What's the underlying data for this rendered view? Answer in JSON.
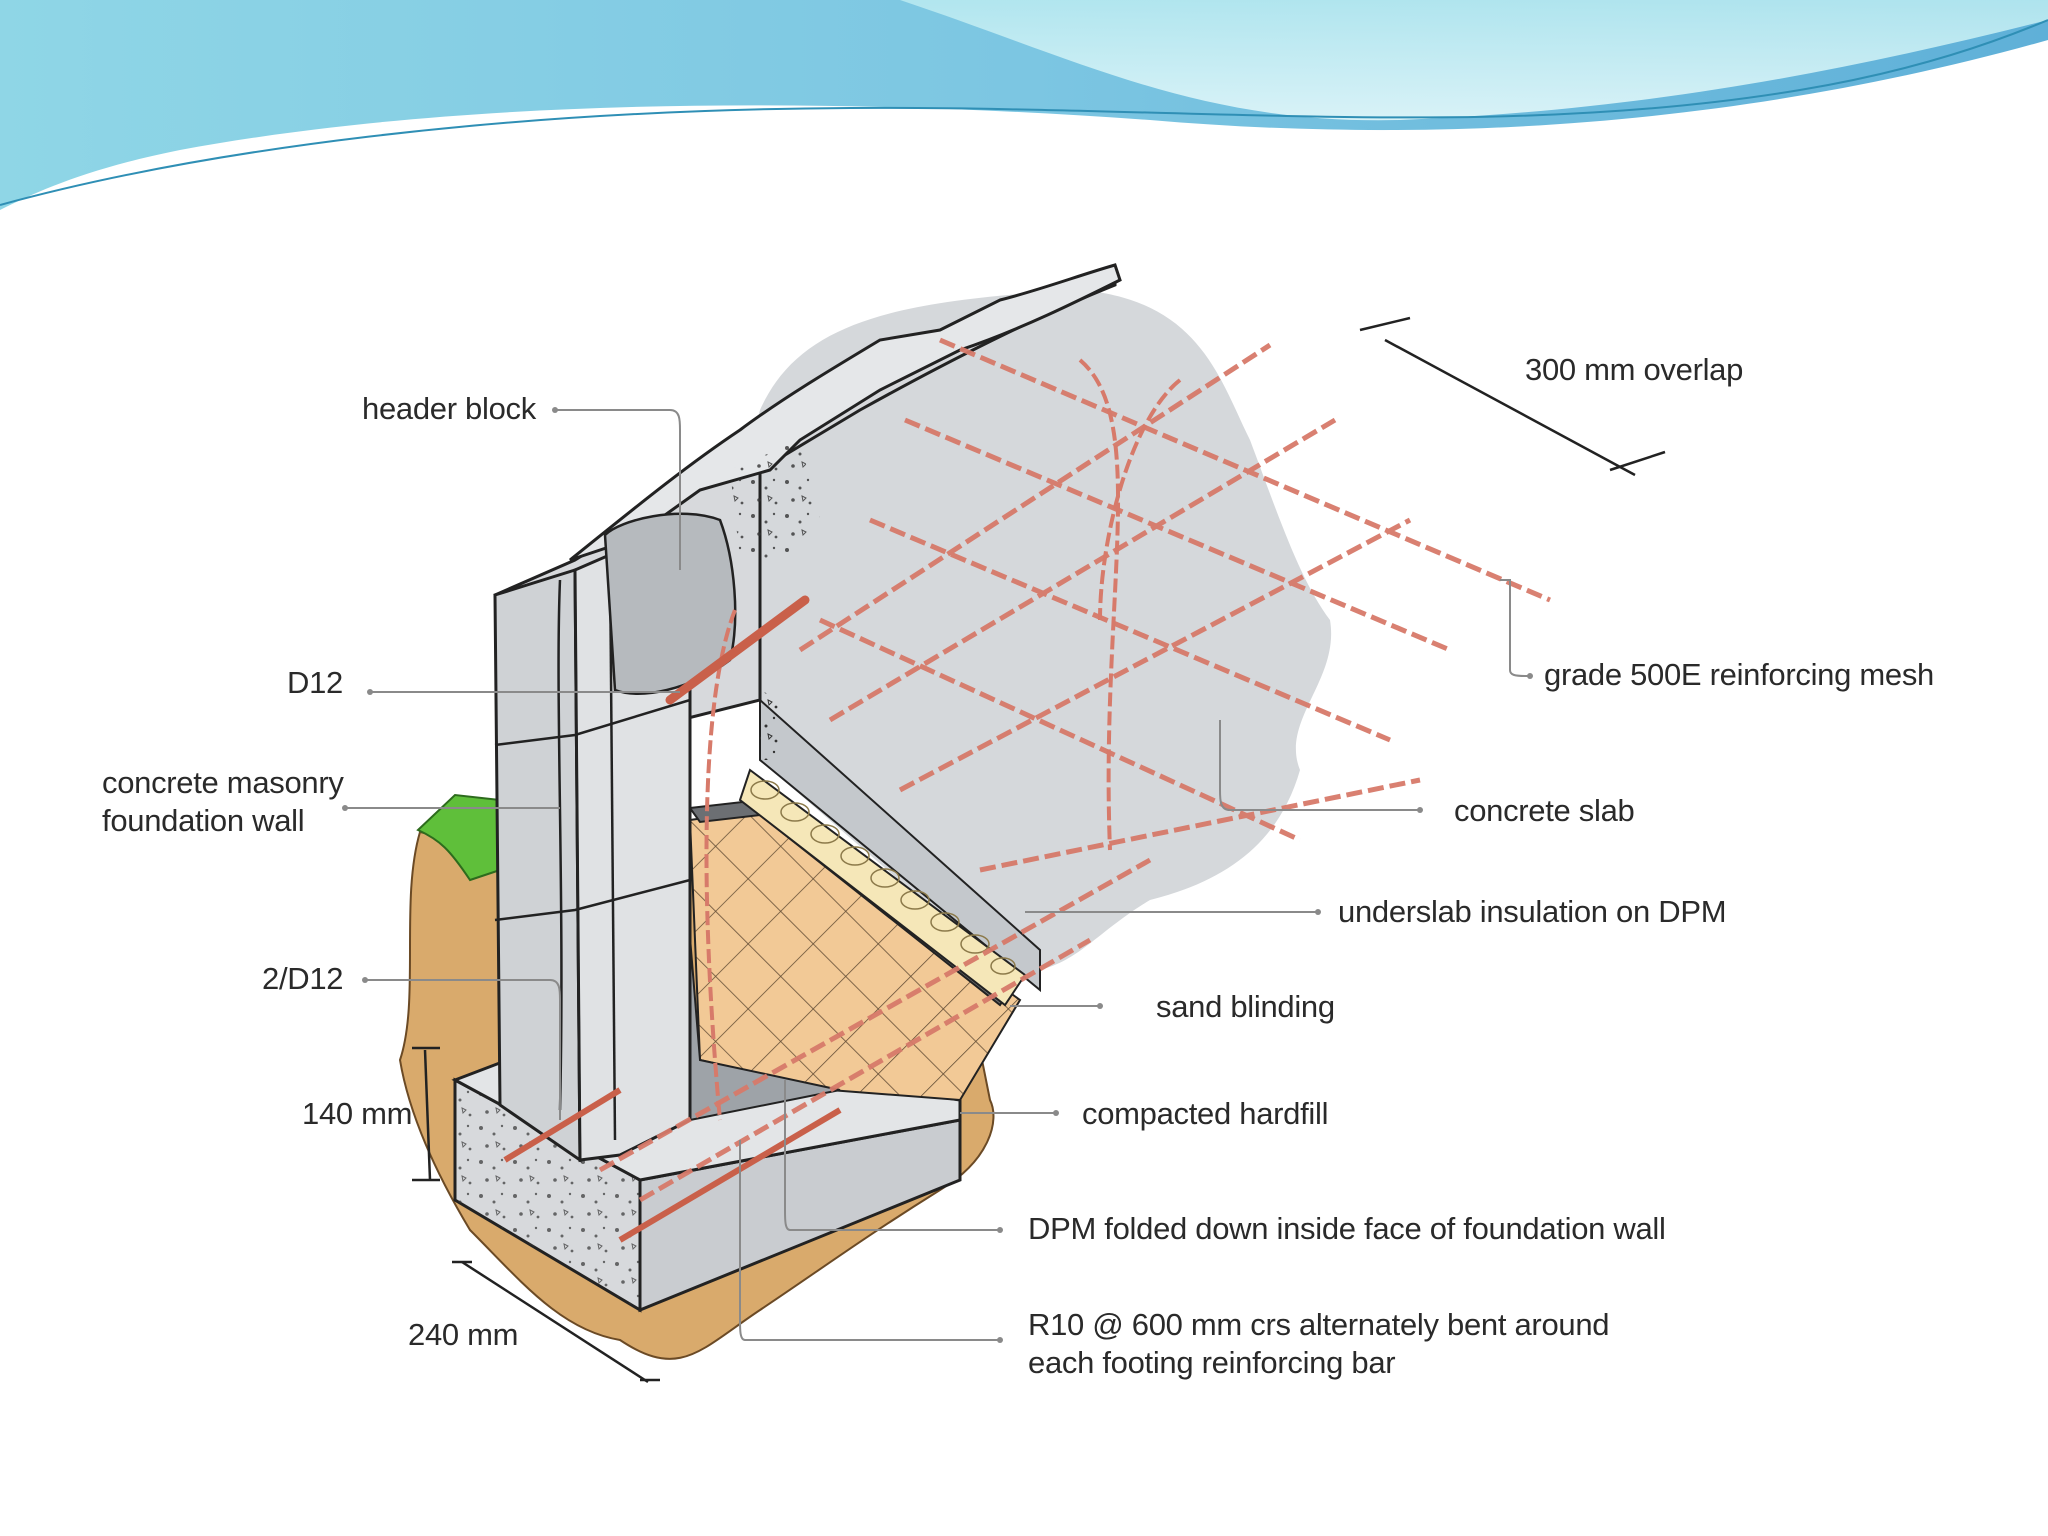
{
  "labels": {
    "header_block": "header block",
    "d12": "D12",
    "masonry_wall_line1": "concrete masonry",
    "masonry_wall_line2": "foundation wall",
    "two_d12": "2/D12",
    "dim_140": "140 mm",
    "dim_240": "240 mm",
    "overlap": "300 mm overlap",
    "mesh": "grade 500E reinforcing mesh",
    "slab": "concrete slab",
    "insulation": "underslab insulation on DPM",
    "sand": "sand blinding",
    "hardfill": "compacted hardfill",
    "dpm": "DPM folded down inside face of foundation wall",
    "r10_line1": "R10 @ 600 mm crs alternately bent around",
    "r10_line2": "each footing reinforcing bar"
  },
  "colors": {
    "banner_light": "#a8e4ec",
    "banner_dark": "#5fb3d6",
    "concrete": "#d7d9dc",
    "concrete_shadow": "#bfc3c7",
    "soil": "#d7a96c",
    "hardfill": "#f0c896",
    "grass": "#5fbf3a",
    "rebar": "#d77a6a",
    "bar_d12": "#c9604a",
    "leader": "#8a8a8a"
  }
}
